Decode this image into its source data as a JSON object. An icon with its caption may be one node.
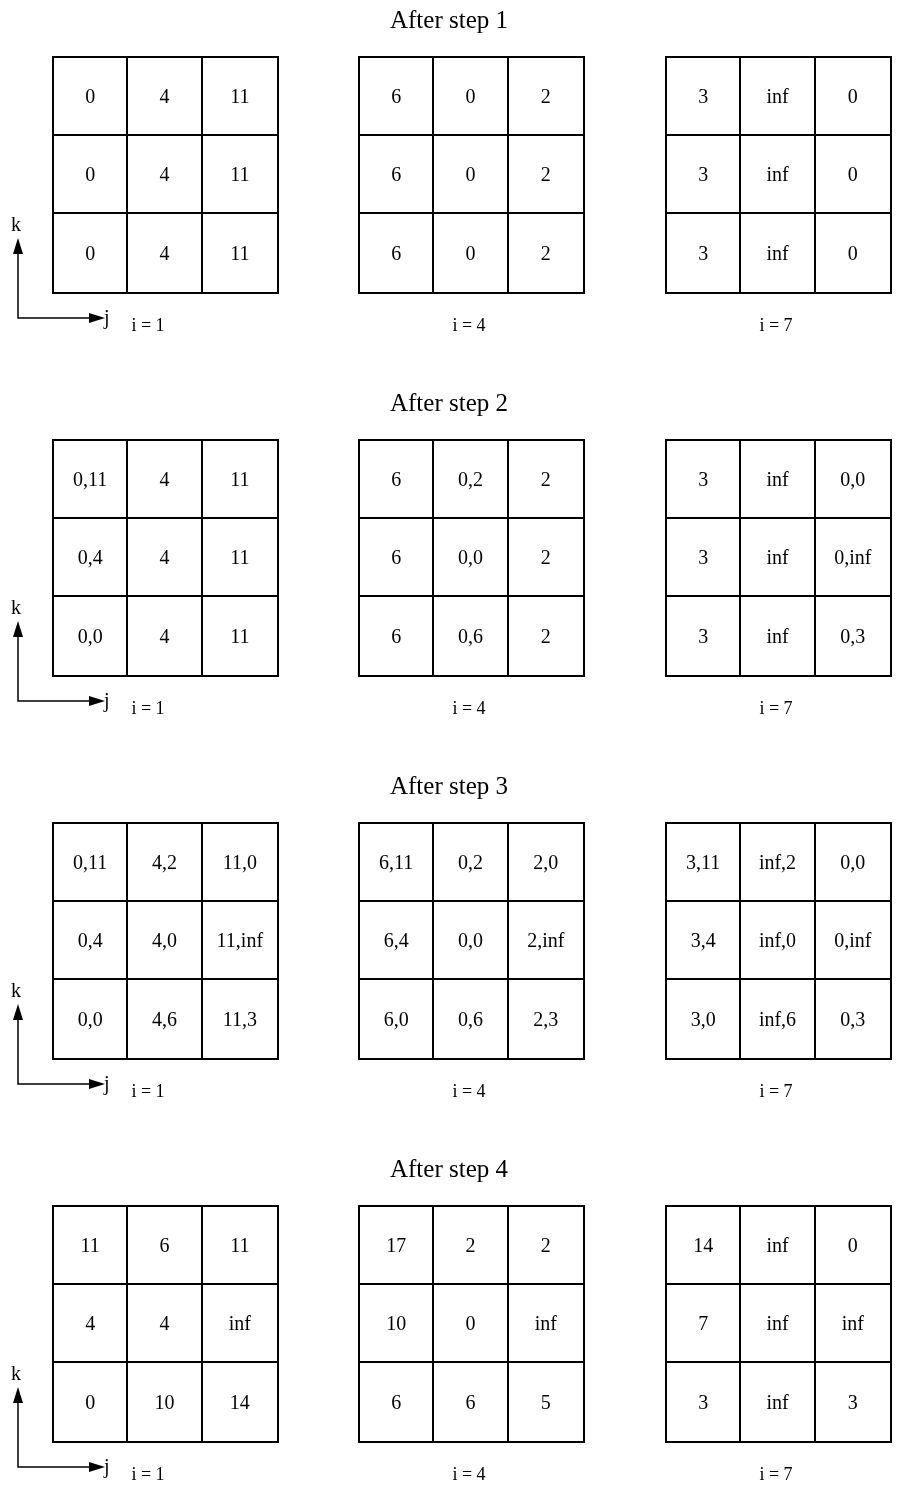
{
  "diagram": {
    "labels": [
      "After step 1",
      "0",
      "4",
      "11",
      "0",
      "4",
      "11",
      "0",
      "4",
      "11",
      "6",
      "0",
      "2",
      "6",
      "0",
      "2",
      "6",
      "0",
      "2",
      "3",
      "inf",
      "0",
      "3",
      "inf",
      "0",
      "3",
      "inf",
      "0",
      "k",
      "j",
      "i = 1",
      "i = 4",
      "i = 7",
      "After step 2",
      "0,11",
      "4",
      "11",
      "0,4",
      "4",
      "11",
      "0,0",
      "4",
      "11",
      "6",
      "0,2",
      "2",
      "6",
      "0,0",
      "2",
      "6",
      "0,6",
      "2",
      "3",
      "inf",
      "0,0",
      "3",
      "inf",
      "0,inf",
      "3",
      "inf",
      "0,3",
      "k",
      "j",
      "i = 1",
      "i = 4",
      "i = 7",
      "After step 3",
      "0,11",
      "4,2",
      "11,0",
      "0,4",
      "4,0",
      "11,inf",
      "0,0",
      "4,6",
      "11,3",
      "6,11",
      "0,2",
      "2,0",
      "6,4",
      "0,0",
      "2,inf",
      "6,0",
      "0,6",
      "2,3",
      "3,11",
      "inf,2",
      "0,0",
      "3,4",
      "inf,0",
      "0,inf",
      "3,0",
      "inf,6",
      "0,3",
      "k",
      "j",
      "i = 1",
      "i = 4",
      "i = 7",
      "After step 4",
      "11",
      "6",
      "11",
      "4",
      "4",
      "inf",
      "0",
      "10",
      "14",
      "17",
      "2",
      "2",
      "10",
      "0",
      "inf",
      "6",
      "6",
      "5",
      "14",
      "inf",
      "0",
      "7",
      "inf",
      "inf",
      "3",
      "inf",
      "3",
      "k",
      "j",
      "i = 1",
      "i = 4",
      "i = 7"
    ]
  }
}
